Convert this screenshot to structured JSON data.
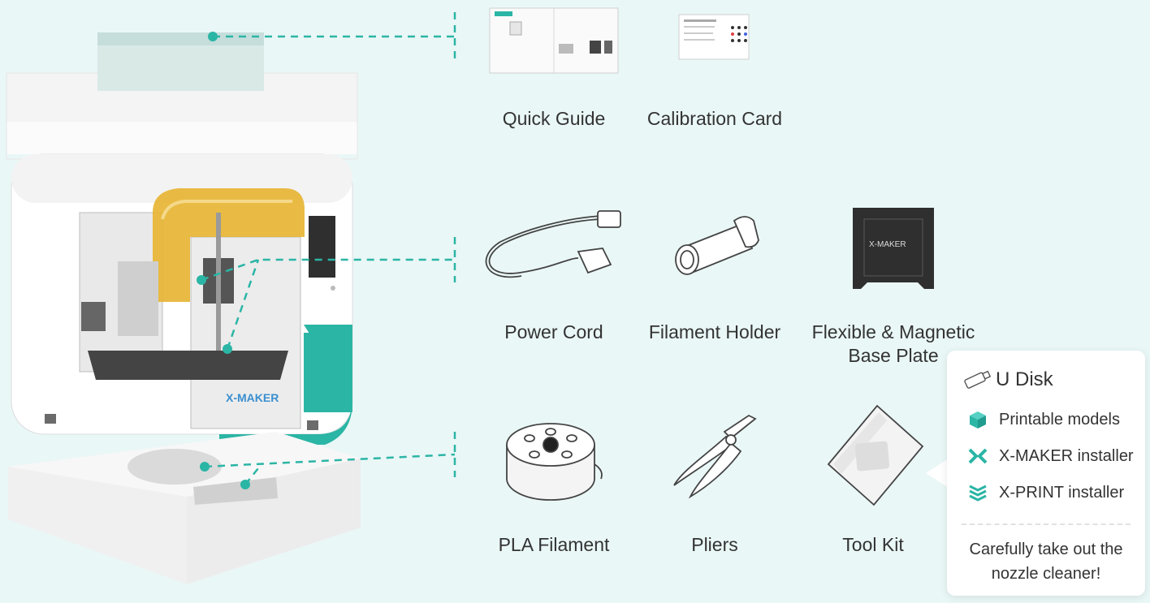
{
  "items": {
    "quick_guide": "Quick Guide",
    "calibration_card": "Calibration Card",
    "power_cord": "Power Cord",
    "filament_holder": "Filament Holder",
    "base_plate_line1": "Flexible & Magnetic",
    "base_plate_line2": "Base Plate",
    "pla_filament": "PLA Filament",
    "pliers": "Pliers",
    "tool_kit": "Tool Kit"
  },
  "printer": {
    "brand": "X-MAKER",
    "plate_brand": "X-MAKER"
  },
  "udisk": {
    "title": "U Disk",
    "items": [
      {
        "label": "Printable models",
        "icon": "cube-icon"
      },
      {
        "label": "X-MAKER installer",
        "icon": "xmaker-logo-icon"
      },
      {
        "label": "X-PRINT installer",
        "icon": "xprint-logo-icon"
      }
    ],
    "note_line1": "Carefully take out the",
    "note_line2": "nozzle cleaner!"
  },
  "colors": {
    "accent": "#2bb5a5",
    "gold": "#e9b93a",
    "background": "#eaf7f7"
  }
}
